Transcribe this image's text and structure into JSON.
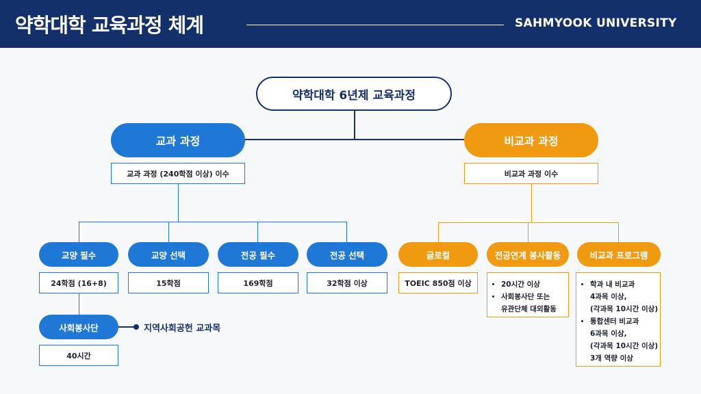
{
  "header": {
    "title": "약학대학 교육과정 체계",
    "brand": "SAHMYOOK UNIVERSITY"
  },
  "root": {
    "label": "약학대학 6년제 교육과정"
  },
  "curricular": {
    "label": "교과 과정",
    "requirement": "교과 과정 (240학점 이상) 이수",
    "items": [
      {
        "label": "교양 필수",
        "value": "24학점 (16+8)"
      },
      {
        "label": "교양 선택",
        "value": "15학점"
      },
      {
        "label": "전공 필수",
        "value": "169학점"
      },
      {
        "label": "전공 선택",
        "value": "32학점 이상"
      }
    ],
    "service": {
      "label": "사회봉사단",
      "value": "40시간",
      "note": "지역사회공헌 교과목"
    }
  },
  "extracurricular": {
    "label": "비교과 과정",
    "requirement": "비교과 과정 이수",
    "items": [
      {
        "label": "글로컬",
        "value": "TOEIC 850점 이상"
      },
      {
        "label": "전공연계 봉사활동",
        "bullets": [
          "20시간 이상",
          "사회봉사단 또는\n유관단체 대외활동"
        ]
      },
      {
        "label": "비교과 프로그램",
        "bullets": [
          "학과 내 비교과\n4과목 이상,\n(각과목 10시간 이상)",
          "통합센터 비교과\n6과목 이상,\n(각과목 10시간 이상)\n3개 역량 이상"
        ]
      }
    ]
  },
  "colors": {
    "navy": "#13306b",
    "blue": "#1f77d6",
    "orange": "#f09a12"
  }
}
